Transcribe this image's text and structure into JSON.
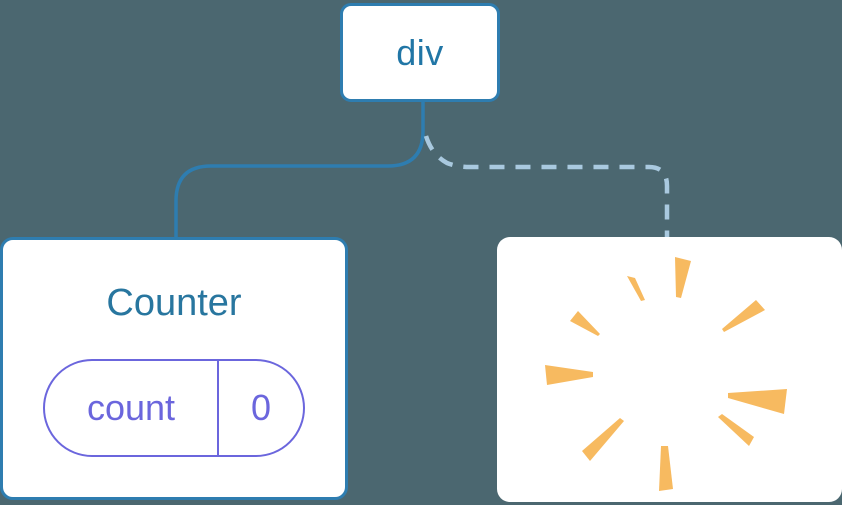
{
  "diagram": {
    "description": "component tree: div root keeps Counter with state, other child removed (poof)",
    "background_color": "#4b6770",
    "root": {
      "label": "div"
    },
    "counter": {
      "title": "Counter",
      "state_pill": {
        "key": "count",
        "value": "0"
      }
    },
    "removed": {
      "icon": "poof-starburst"
    },
    "edges": [
      {
        "style": "solid",
        "color": "#2e7db0"
      },
      {
        "style": "dashed",
        "color": "#a9c9df"
      }
    ],
    "colors": {
      "node_border_blue": "#2e7db0",
      "node_text_blue": "#2176a6",
      "state_purple": "#6b66dd",
      "poof_orange": "#f7ba60",
      "node_fill": "#ffffff"
    }
  }
}
